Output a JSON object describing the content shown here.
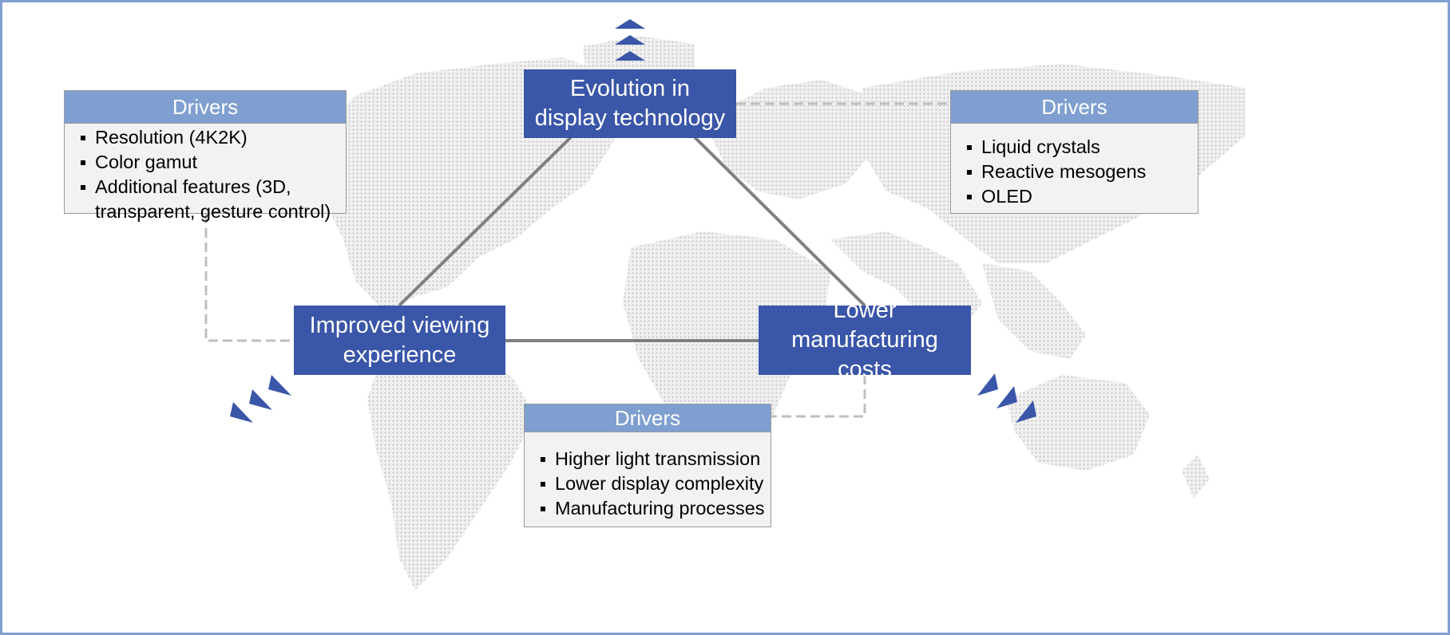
{
  "colors": {
    "node_fill": "#3a56a8",
    "driver_header": "#7f9fd0",
    "driver_body": "#f2f2f2",
    "connector": "#808080",
    "dashed_connector": "#bfbfbf",
    "arrow": "#3a56a8",
    "frame_border": "#7f9fd0"
  },
  "background_icon": "world-map",
  "nodes": {
    "top": "Evolution in\ndisplay technology",
    "left": "Improved viewing\nexperience",
    "right": "Lower\nmanufacturing costs"
  },
  "drivers": {
    "top_left": {
      "title": "Drivers",
      "items": [
        "Resolution (4K2K)",
        "Color gamut",
        "Additional features (3D, transparent, gesture control)"
      ]
    },
    "top_right": {
      "title": "Drivers",
      "items": [
        "Liquid crystals",
        "Reactive mesogens",
        "OLED"
      ]
    },
    "bottom": {
      "title": "Drivers",
      "items": [
        "Higher light transmission",
        "Lower display complexity",
        "Manufacturing processes"
      ]
    }
  }
}
